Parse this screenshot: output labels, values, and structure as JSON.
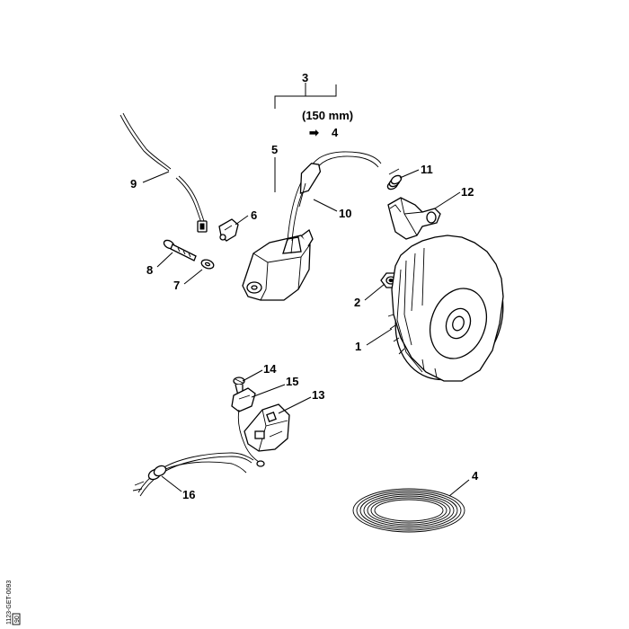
{
  "callouts": {
    "p1": "1",
    "p2": "2",
    "p3": "3",
    "p4a": "4",
    "p4b": "4",
    "p5": "5",
    "p6": "6",
    "p7": "7",
    "p8": "8",
    "p9": "9",
    "p10": "10",
    "p11": "11",
    "p12": "12",
    "p13": "13",
    "p14": "14",
    "p15": "15",
    "p16": "16"
  },
  "notes": {
    "length": "(150 mm)",
    "ref_arrow": "➡",
    "ref_target": "4"
  },
  "figure_code": {
    "line1": "1123-GET-0093",
    "line2": "90"
  }
}
